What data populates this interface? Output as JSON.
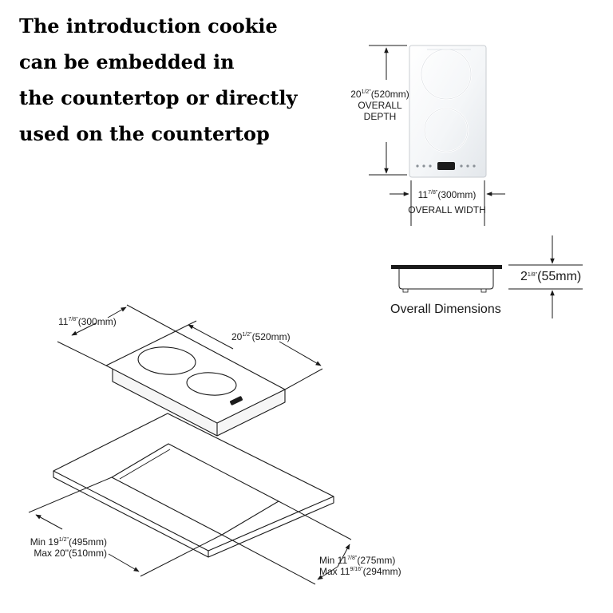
{
  "headline": {
    "lines": [
      "The introduction cookie",
      "can be embedded in",
      "the countertop or directly",
      "used on the countertop"
    ]
  },
  "top_view": {
    "depth": {
      "whole": "20",
      "frac": "1/2\"",
      "metric": "(520mm)",
      "line2": "OVERALL",
      "line3": "DEPTH"
    },
    "width": {
      "whole": "11",
      "frac": "7/8\"",
      "metric": "(300mm)",
      "line2": "OVERALL WIDTH"
    }
  },
  "side_view": {
    "height": {
      "whole": "2",
      "frac": "1/8\"",
      "metric": "(55mm)"
    },
    "caption": "Overall Dimensions"
  },
  "iso_view": {
    "width": {
      "whole": "11",
      "frac": "7/8\"",
      "metric": "(300mm)"
    },
    "depth": {
      "whole": "20",
      "frac": "1/2\"",
      "metric": "(520mm)"
    },
    "cutout_depth": {
      "min_label": "Min 19",
      "min_frac": "1/2\"",
      "min_metric": "(495mm)",
      "max_label": "Max 20\"",
      "max_metric": "(510mm)"
    },
    "cutout_width": {
      "min_label": "Min 11",
      "min_frac": "7/8\"",
      "min_metric": "(275mm)",
      "max_label": "Max 11",
      "max_frac": "9/16\"",
      "max_metric": "(294mm)"
    }
  },
  "colors": {
    "line": "#1a1a1a",
    "glass": "#ffffff",
    "glass_shade": "#e9ecef",
    "display": "#1c1c1c"
  }
}
